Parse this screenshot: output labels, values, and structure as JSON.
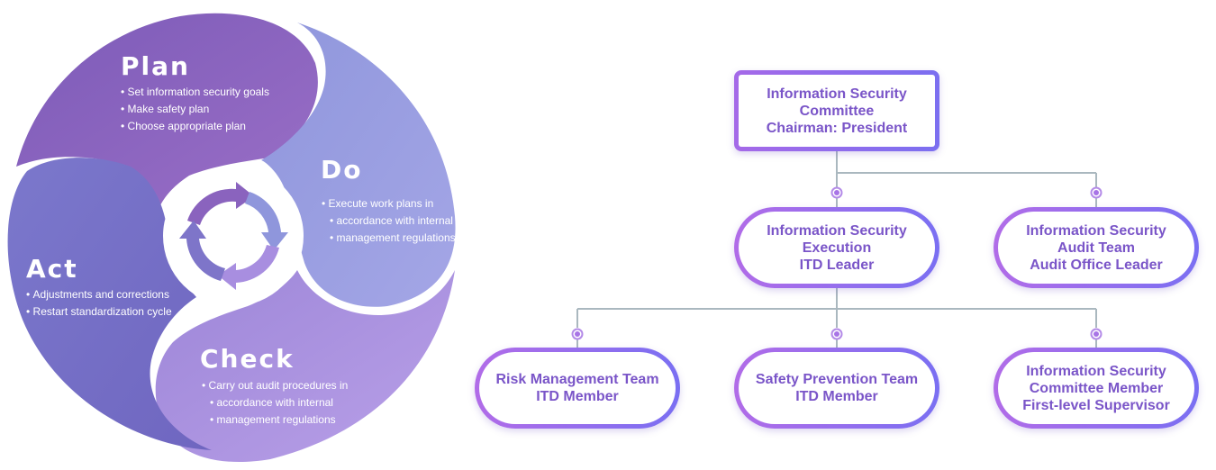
{
  "pdca": {
    "plan": {
      "title": "Plan",
      "bullets": [
        "Set information security goals",
        "Make safety plan",
        "Choose appropriate plan"
      ]
    },
    "do": {
      "title": "Do",
      "bullets": [
        "Execute work plans in",
        "accordance with internal",
        "management regulations"
      ]
    },
    "check": {
      "title": "Check",
      "bullets": [
        "Carry out audit procedures in",
        "accordance with internal",
        "management regulations"
      ]
    },
    "act": {
      "title": "Act",
      "bullets": [
        "Adjustments and corrections",
        "Restart standardization cycle"
      ]
    },
    "colors": {
      "plan": "#8a63be",
      "do": "#9aa0e0",
      "check": "#a88ee0",
      "act": "#7e75c9"
    }
  },
  "org": {
    "committee": {
      "lines": [
        "Information Security",
        "Committee",
        "Chairman: President"
      ]
    },
    "execution": {
      "lines": [
        "Information Security",
        "Execution",
        "ITD Leader"
      ]
    },
    "audit": {
      "lines": [
        "Information Security",
        "Audit Team",
        "Audit Office Leader"
      ]
    },
    "risk": {
      "lines": [
        "Risk Management Team",
        "ITD Member"
      ]
    },
    "safety": {
      "lines": [
        "Safety Prevention Team",
        "ITD Member"
      ]
    },
    "member": {
      "lines": [
        "Information Security",
        "Committee Member",
        "First-level Supervisor"
      ]
    },
    "colors": {
      "text": "#7a55c8",
      "connector": "#aab8bf",
      "border": "#9a6ce8"
    }
  }
}
